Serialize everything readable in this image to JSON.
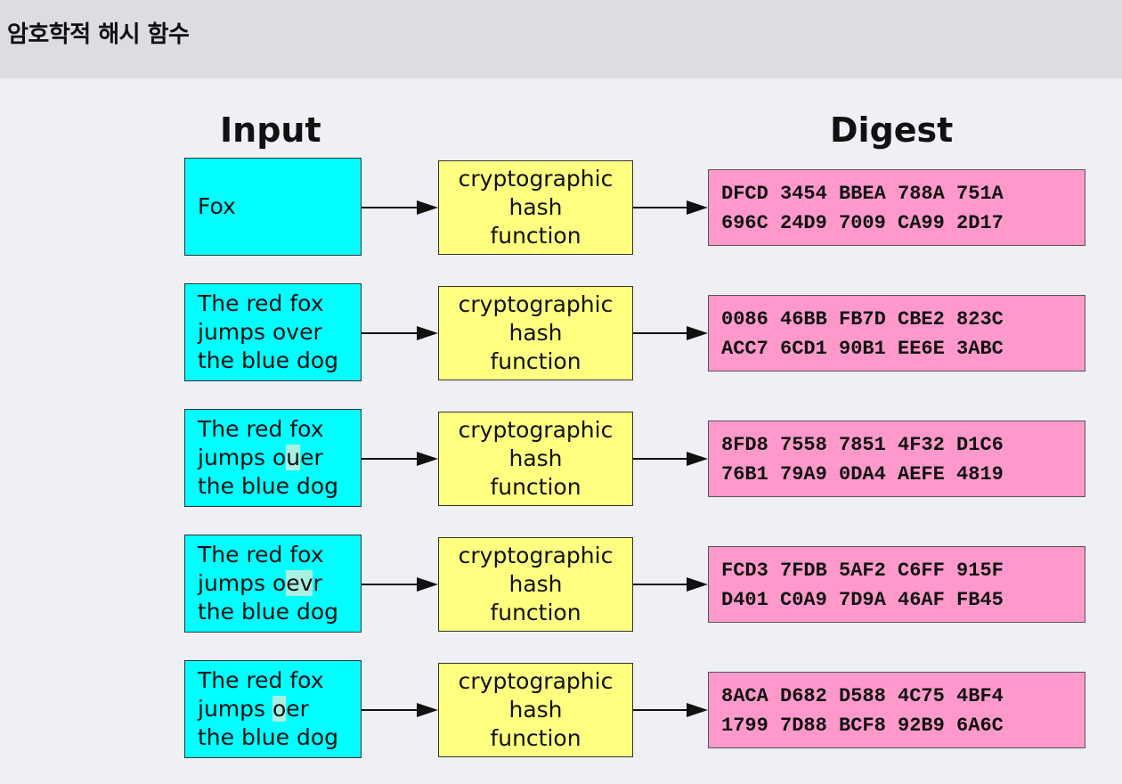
{
  "page": {
    "title": "암호학적 해시 함수"
  },
  "diagram": {
    "input_heading": "Input",
    "digest_heading": "Digest",
    "rows": [
      {
        "input": {
          "segments": [
            {
              "text": "Fox",
              "highlight": false
            }
          ]
        },
        "hash": [
          "cryptographic",
          "hash",
          "function"
        ],
        "digest": [
          "DFCD 3454 BBEA 788A 751A",
          "696C 24D9 7009 CA99 2D17"
        ]
      },
      {
        "input": {
          "segments": [
            {
              "text": "The red fox\njumps over\nthe blue dog",
              "highlight": false
            }
          ]
        },
        "hash": [
          "cryptographic",
          "hash",
          "function"
        ],
        "digest": [
          "0086 46BB FB7D CBE2 823C",
          "ACC7 6CD1 90B1 EE6E 3ABC"
        ]
      },
      {
        "input": {
          "segments": [
            {
              "text": "The red fox\njumps o",
              "highlight": false
            },
            {
              "text": "u",
              "highlight": true
            },
            {
              "text": "er\nthe blue dog",
              "highlight": false
            }
          ]
        },
        "hash": [
          "cryptographic",
          "hash",
          "function"
        ],
        "digest": [
          "8FD8 7558 7851 4F32 D1C6",
          "76B1 79A9 0DA4 AEFE 4819"
        ]
      },
      {
        "input": {
          "segments": [
            {
              "text": "The red fox\njumps o",
              "highlight": false
            },
            {
              "text": "ev",
              "highlight": true
            },
            {
              "text": "r\nthe blue dog",
              "highlight": false
            }
          ]
        },
        "hash": [
          "cryptographic",
          "hash",
          "function"
        ],
        "digest": [
          "FCD3 7FDB 5AF2 C6FF 915F",
          "D401 C0A9 7D9A 46AF FB45"
        ]
      },
      {
        "input": {
          "segments": [
            {
              "text": "The red fox\njumps ",
              "highlight": false
            },
            {
              "text": "o",
              "highlight": true
            },
            {
              "text": "er\nthe blue dog",
              "highlight": false
            }
          ]
        },
        "hash": [
          "cryptographic",
          "hash",
          "function"
        ],
        "digest": [
          "8ACA D682 D588 4C75 4BF4",
          "1799 7D88 BCF8 92B9 6A6C"
        ]
      }
    ]
  }
}
